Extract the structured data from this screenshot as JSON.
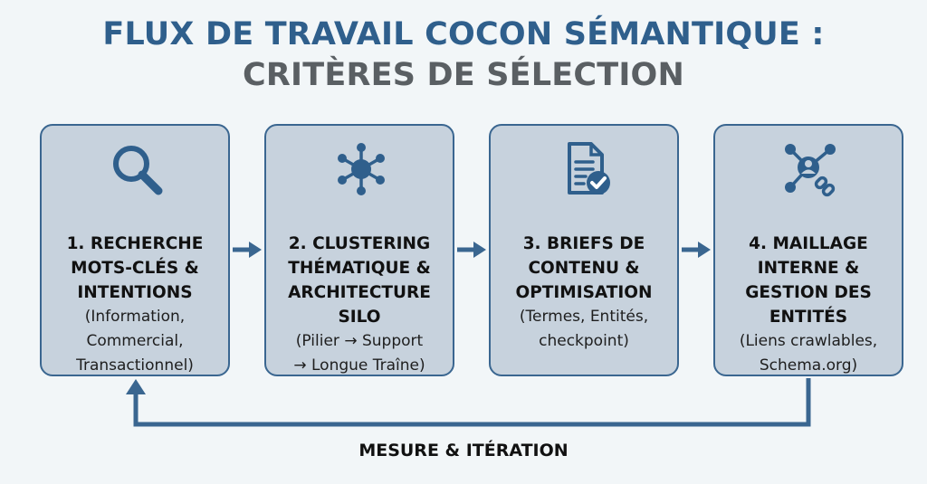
{
  "title": {
    "line1": "FLUX DE TRAVAIL COCON SÉMANTIQUE :",
    "line2": "CRITÈRES DE SÉLECTION"
  },
  "steps": [
    {
      "icon": "magnifying-glass-icon",
      "title": "1. RECHERCHE\nMOTS-CLÉS &\nINTENTIONS",
      "detail": "(Information,\nCommercial,\nTransactionnel)"
    },
    {
      "icon": "network-hub-icon",
      "title": "2. CLUSTERING\nTHÉMATIQUE &\nARCHITECTURE\nSILO",
      "detail": "(Pilier → Support\n→ Longue Traîne)"
    },
    {
      "icon": "document-check-icon",
      "title": "3. BRIEFS DE\nCONTENU &\nOPTIMISATION",
      "detail": "(Termes, Entités,\ncheckpoint)"
    },
    {
      "icon": "entity-link-network-icon",
      "title": "4. MAILLAGE\nINTERNE &\nGESTION DES\nENTITÉS",
      "detail": "(Liens crawlables,\nSchema.org)"
    }
  ],
  "loop_label": "MESURE & ITÉRATION",
  "colors": {
    "title_blue": "#2f5f8c",
    "title_gray": "#5a5f63",
    "box_fill": "#c7d2dd",
    "box_border": "#3a6690",
    "arrow": "#3a6690"
  }
}
